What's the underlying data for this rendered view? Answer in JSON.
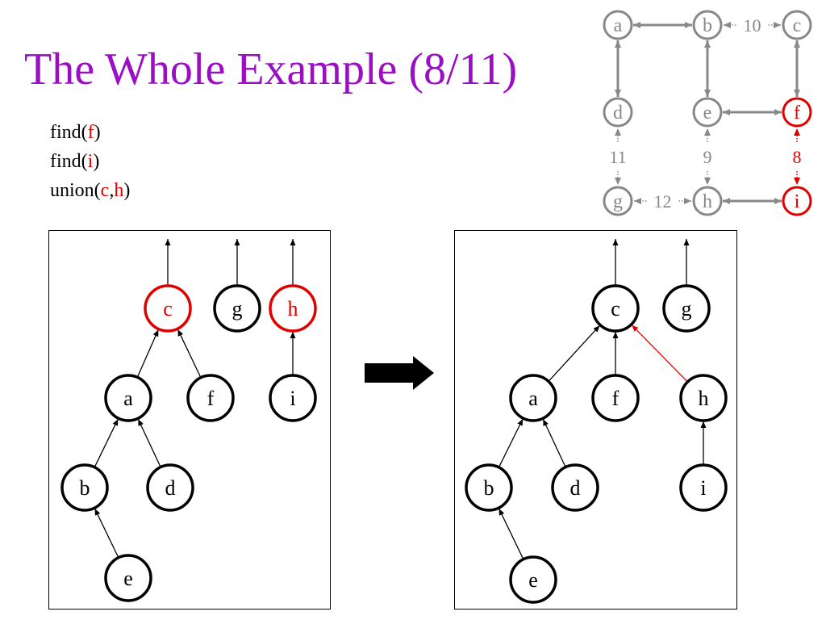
{
  "slide": {
    "title": "The Whole Example (8/11)",
    "ops": [
      {
        "name": "find(",
        "arg": "f",
        "close": ")"
      },
      {
        "name": "find(",
        "arg": "i",
        "close": ")"
      },
      {
        "name": "union(",
        "arg1": "c",
        "comma": ",",
        "arg2": "h",
        "close": ")"
      }
    ]
  },
  "colors": {
    "title": "#9a0fc4",
    "highlight": "#e00000",
    "graph_gray": "#888888",
    "node_black": "#000000"
  },
  "graph": {
    "nodes": [
      "a",
      "b",
      "c",
      "d",
      "e",
      "f",
      "g",
      "h",
      "i"
    ],
    "edges": [
      {
        "from": "a",
        "to": "b",
        "style": "solid",
        "color": "gray"
      },
      {
        "from": "b",
        "to": "c",
        "weight": "10",
        "style": "dotted",
        "color": "gray"
      },
      {
        "from": "a",
        "to": "d",
        "style": "solid",
        "color": "gray"
      },
      {
        "from": "b",
        "to": "e",
        "style": "solid",
        "color": "gray"
      },
      {
        "from": "c",
        "to": "f",
        "style": "solid",
        "color": "gray"
      },
      {
        "from": "e",
        "to": "f",
        "style": "solid",
        "color": "gray"
      },
      {
        "from": "d",
        "to": "g",
        "weight": "11",
        "style": "dotted",
        "color": "gray"
      },
      {
        "from": "e",
        "to": "h",
        "weight": "9",
        "style": "dotted",
        "color": "gray"
      },
      {
        "from": "f",
        "to": "i",
        "weight": "8",
        "style": "dotted",
        "color": "red"
      },
      {
        "from": "g",
        "to": "h",
        "weight": "12",
        "style": "dotted",
        "color": "gray"
      },
      {
        "from": "h",
        "to": "i",
        "style": "solid",
        "color": "gray"
      }
    ],
    "highlighted_nodes": [
      "f",
      "i"
    ]
  },
  "forest_before": {
    "roots": [
      "c",
      "g",
      "h"
    ],
    "parent": {
      "a": "c",
      "f": "c",
      "b": "a",
      "d": "a",
      "e": "b",
      "i": "h"
    },
    "highlighted_nodes": [
      "c",
      "h"
    ]
  },
  "forest_after": {
    "roots": [
      "c",
      "g"
    ],
    "parent": {
      "a": "c",
      "f": "c",
      "h": "c",
      "b": "a",
      "d": "a",
      "e": "b",
      "i": "h"
    },
    "new_link": {
      "from": "h",
      "to": "c"
    }
  }
}
